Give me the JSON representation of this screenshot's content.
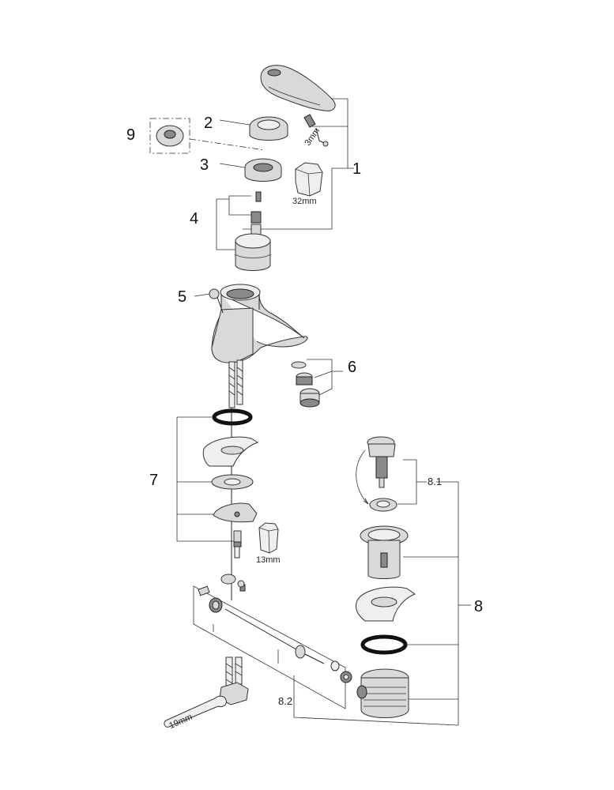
{
  "labels": {
    "p1": "1",
    "p2": "2",
    "p3": "3",
    "p4": "4",
    "p5": "5",
    "p6": "6",
    "p7": "7",
    "p8": "8",
    "p8_1": "8.1",
    "p8_2": "8.2",
    "p9": "9"
  },
  "dimensions": {
    "hex_key": "3mm",
    "wrench_large": "32mm",
    "wrench_small": "13mm",
    "spanner": "19mm"
  }
}
